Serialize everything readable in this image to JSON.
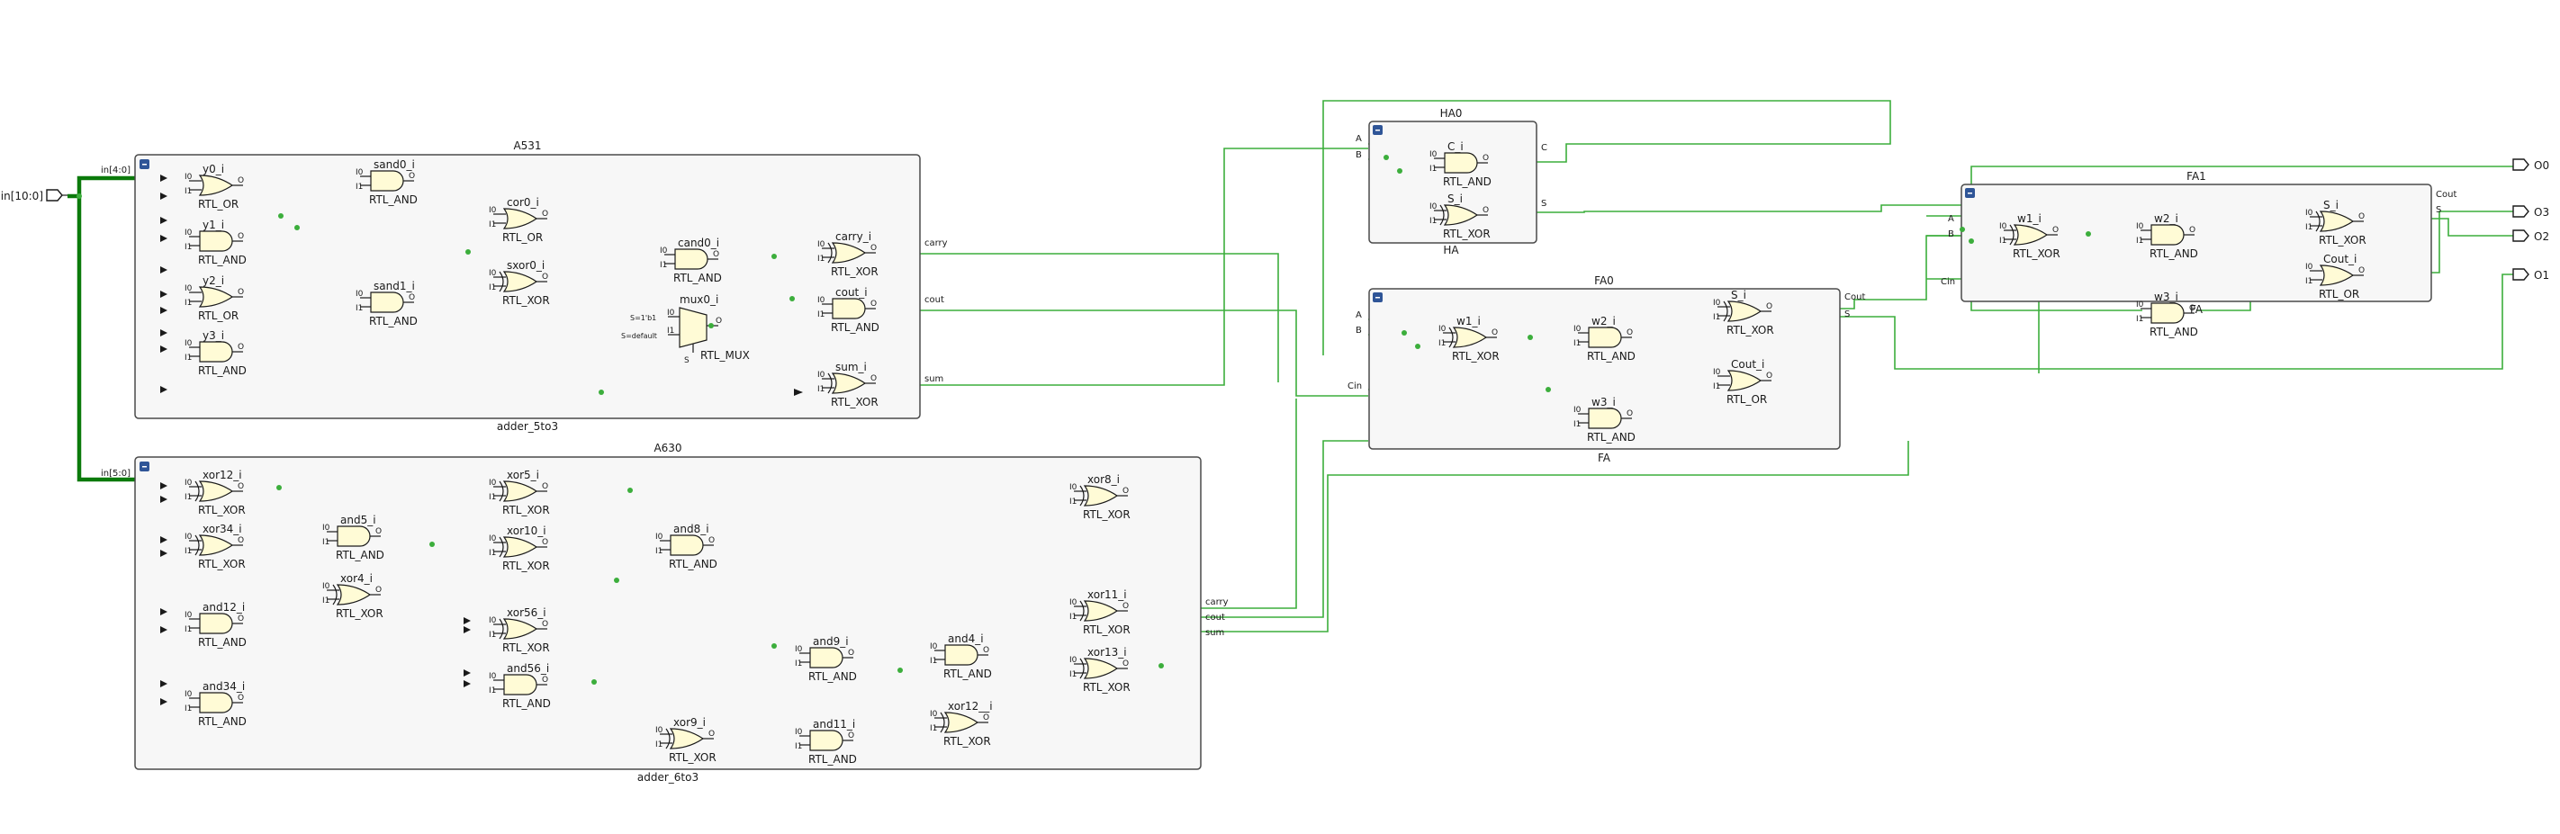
{
  "colors": {
    "wire": "#3cae3c",
    "bus": "#0b7a0b",
    "gate_fill": "#fffbd6",
    "box_fill": "#f7f7f7",
    "collapse_button": "#2f5597"
  },
  "ports": {
    "input": "in[10:0]",
    "bus_a": "in[4:0]",
    "bus_b": "in[5:0]",
    "outputs": [
      "O0",
      "O3",
      "O2",
      "O1"
    ]
  },
  "modules": {
    "a531": {
      "instance": "A531",
      "type": "adder_5to3",
      "nets": [
        "carry",
        "cout",
        "sum"
      ],
      "gates": [
        {
          "name": "y0_i",
          "type": "RTL_OR",
          "kind": "or"
        },
        {
          "name": "y1_i",
          "type": "RTL_AND",
          "kind": "and"
        },
        {
          "name": "y2_i",
          "type": "RTL_OR",
          "kind": "or"
        },
        {
          "name": "y3_i",
          "type": "RTL_AND",
          "kind": "and"
        },
        {
          "name": "sand0_i",
          "type": "RTL_AND",
          "kind": "and"
        },
        {
          "name": "sand1_i",
          "type": "RTL_AND",
          "kind": "and"
        },
        {
          "name": "cor0_i",
          "type": "RTL_OR",
          "kind": "or"
        },
        {
          "name": "sxor0_i",
          "type": "RTL_XOR",
          "kind": "xor"
        },
        {
          "name": "cand0_i",
          "type": "RTL_AND",
          "kind": "and"
        },
        {
          "name": "carry_i",
          "type": "RTL_XOR",
          "kind": "xor"
        },
        {
          "name": "cout_i",
          "type": "RTL_AND",
          "kind": "and"
        },
        {
          "name": "sum_i",
          "type": "RTL_XOR",
          "kind": "xor"
        }
      ],
      "mux": {
        "name": "mux0_i",
        "type": "RTL_MUX",
        "sel1": "S=1'b1",
        "sel0": "S=default"
      }
    },
    "a630": {
      "instance": "A630",
      "type": "adder_6to3",
      "nets": [
        "carry",
        "cout",
        "sum"
      ],
      "gates": [
        {
          "name": "xor12_i",
          "type": "RTL_XOR",
          "kind": "xor"
        },
        {
          "name": "xor34_i",
          "type": "RTL_XOR",
          "kind": "xor"
        },
        {
          "name": "and12_i",
          "type": "RTL_AND",
          "kind": "and"
        },
        {
          "name": "and34_i",
          "type": "RTL_AND",
          "kind": "and"
        },
        {
          "name": "and5_i",
          "type": "RTL_AND",
          "kind": "and"
        },
        {
          "name": "xor4_i",
          "type": "RTL_XOR",
          "kind": "xor"
        },
        {
          "name": "xor5_i",
          "type": "RTL_XOR",
          "kind": "xor"
        },
        {
          "name": "xor10_i",
          "type": "RTL_XOR",
          "kind": "xor"
        },
        {
          "name": "xor56_i",
          "type": "RTL_XOR",
          "kind": "xor"
        },
        {
          "name": "and56_i",
          "type": "RTL_AND",
          "kind": "and"
        },
        {
          "name": "and8_i",
          "type": "RTL_AND",
          "kind": "and"
        },
        {
          "name": "xor9_i",
          "type": "RTL_XOR",
          "kind": "xor"
        },
        {
          "name": "and9_i",
          "type": "RTL_AND",
          "kind": "and"
        },
        {
          "name": "and11_i",
          "type": "RTL_AND",
          "kind": "and"
        },
        {
          "name": "and4_i",
          "type": "RTL_AND",
          "kind": "and"
        },
        {
          "name": "xor12__i",
          "type": "RTL_XOR",
          "kind": "xor"
        },
        {
          "name": "xor8_i",
          "type": "RTL_XOR",
          "kind": "xor"
        },
        {
          "name": "xor11_i",
          "type": "RTL_XOR",
          "kind": "xor"
        },
        {
          "name": "xor13_i",
          "type": "RTL_XOR",
          "kind": "xor"
        }
      ]
    },
    "ha0": {
      "instance": "HA0",
      "type": "HA",
      "ports_in": [
        "A",
        "B"
      ],
      "ports_out": [
        "C",
        "S"
      ],
      "gates": [
        {
          "name": "C_i",
          "type": "RTL_AND",
          "kind": "and"
        },
        {
          "name": "S_i",
          "type": "RTL_XOR",
          "kind": "xor"
        }
      ]
    },
    "fa0": {
      "instance": "FA0",
      "type": "FA",
      "ports_in": [
        "A",
        "B",
        "Cin"
      ],
      "ports_out": [
        "Cout",
        "S"
      ],
      "gates": [
        {
          "name": "w1_i",
          "type": "RTL_XOR",
          "kind": "xor"
        },
        {
          "name": "w2_i",
          "type": "RTL_AND",
          "kind": "and"
        },
        {
          "name": "w3_i",
          "type": "RTL_AND",
          "kind": "and"
        },
        {
          "name": "S_i",
          "type": "RTL_XOR",
          "kind": "xor"
        },
        {
          "name": "Cout_i",
          "type": "RTL_OR",
          "kind": "or"
        }
      ]
    },
    "fa1": {
      "instance": "FA1",
      "type": "FA",
      "ports_in": [
        "A",
        "B",
        "Cin"
      ],
      "ports_out": [
        "Cout",
        "S"
      ],
      "gates": [
        {
          "name": "w1_i",
          "type": "RTL_XOR",
          "kind": "xor"
        },
        {
          "name": "w2_i",
          "type": "RTL_AND",
          "kind": "and"
        },
        {
          "name": "w3_i",
          "type": "RTL_AND",
          "kind": "and"
        },
        {
          "name": "S_i",
          "type": "RTL_XOR",
          "kind": "xor"
        },
        {
          "name": "Cout_i",
          "type": "RTL_OR",
          "kind": "or"
        }
      ]
    }
  },
  "pin_labels": {
    "i0": "I0",
    "i1": "I1",
    "o": "O",
    "s": "S"
  }
}
